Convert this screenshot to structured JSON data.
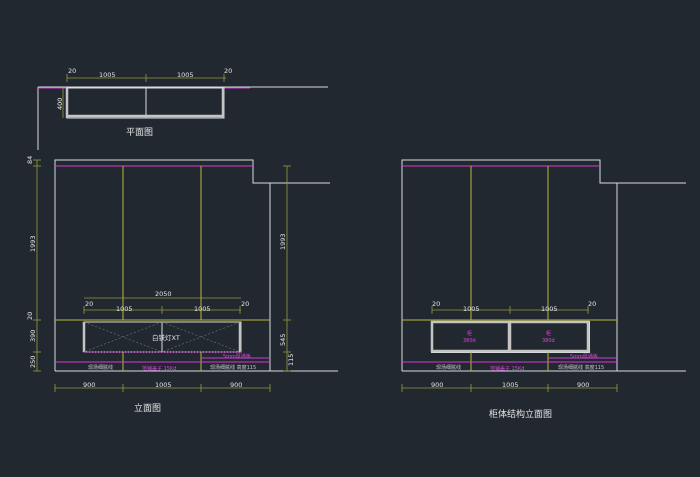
{
  "plan": {
    "title": "平面图",
    "dims_top": [
      "20",
      "1005",
      "1005",
      "20"
    ],
    "depth": "400"
  },
  "elevation": {
    "title": "立面图",
    "left_dims": [
      "84",
      "1993",
      "20",
      "390",
      "250"
    ],
    "right_dims": [
      "1993",
      "545",
      "115"
    ],
    "bench_width": "2050",
    "bench_dims": [
      "20",
      "1005",
      "1005",
      "20"
    ],
    "bottom_dims": [
      "900",
      "1005",
      "900"
    ],
    "labels": {
      "finish_left": "现场细腻线",
      "finish_mid": "地铺盖子 15Kd",
      "finish_right": "现场细腻线 高度115",
      "seal": "5mm厚通板",
      "light": "白铁灯XT"
    }
  },
  "structure": {
    "title": "柜体结构立面图",
    "bench_dims": [
      "20",
      "1005",
      "1005",
      "20"
    ],
    "bottom_dims": [
      "900",
      "1005",
      "900"
    ],
    "box_label_1": [
      "柜",
      "380d"
    ],
    "box_label_2": [
      "柜",
      "380d"
    ],
    "labels": {
      "finish_left": "现场细腻线",
      "finish_mid": "地铺盖子 15Kd",
      "finish_right": "现场细腻线 高度115",
      "seal": "5mm厚通板"
    }
  }
}
